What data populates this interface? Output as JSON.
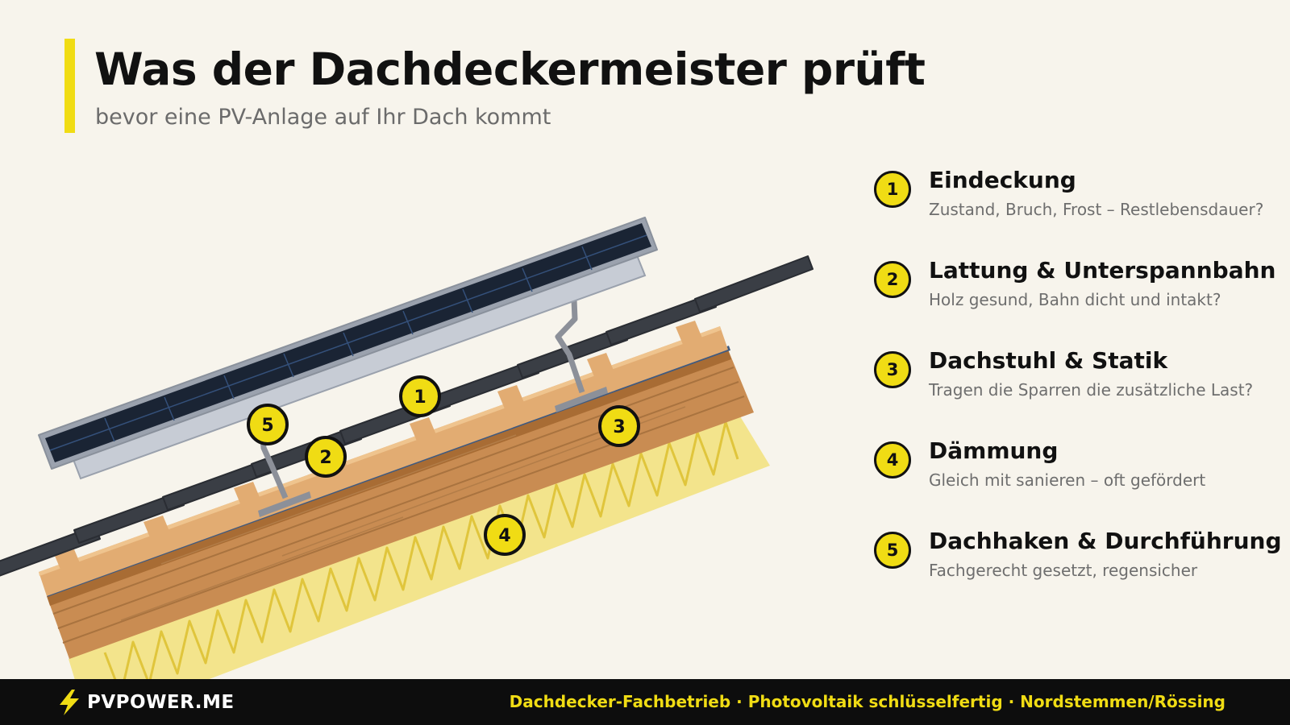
{
  "header": {
    "title": "Was der Dachdeckermeister prüft",
    "subtitle": "bevor eine PV-Anlage auf Ihr Dach kommt"
  },
  "colors": {
    "accent": "#f0dc14",
    "dark": "#0d0d0d",
    "wood": "#c98c52",
    "insulation": "#f3e48c",
    "panel": "#1a2434"
  },
  "markers": [
    "1",
    "2",
    "3",
    "4",
    "5"
  ],
  "legend": [
    {
      "num": "1",
      "title": "Eindeckung",
      "desc": "Zustand, Bruch, Frost – Restlebensdauer?"
    },
    {
      "num": "2",
      "title": "Lattung & Unterspannbahn",
      "desc": "Holz gesund, Bahn dicht und intakt?"
    },
    {
      "num": "3",
      "title": "Dachstuhl & Statik",
      "desc": "Tragen die Sparren die zusätzliche Last?"
    },
    {
      "num": "4",
      "title": "Dämmung",
      "desc": "Gleich mit sanieren – oft gefördert"
    },
    {
      "num": "5",
      "title": "Dachhaken & Durchführung",
      "desc": "Fachgerecht gesetzt, regensicher"
    }
  ],
  "footer": {
    "logo_icon": "lightning-icon",
    "brand": "PVPOWER.ME",
    "tagline": "Dachdecker-Fachbetrieb · Photovoltaik schlüsselfertig · Nordstemmen/Rössing"
  }
}
